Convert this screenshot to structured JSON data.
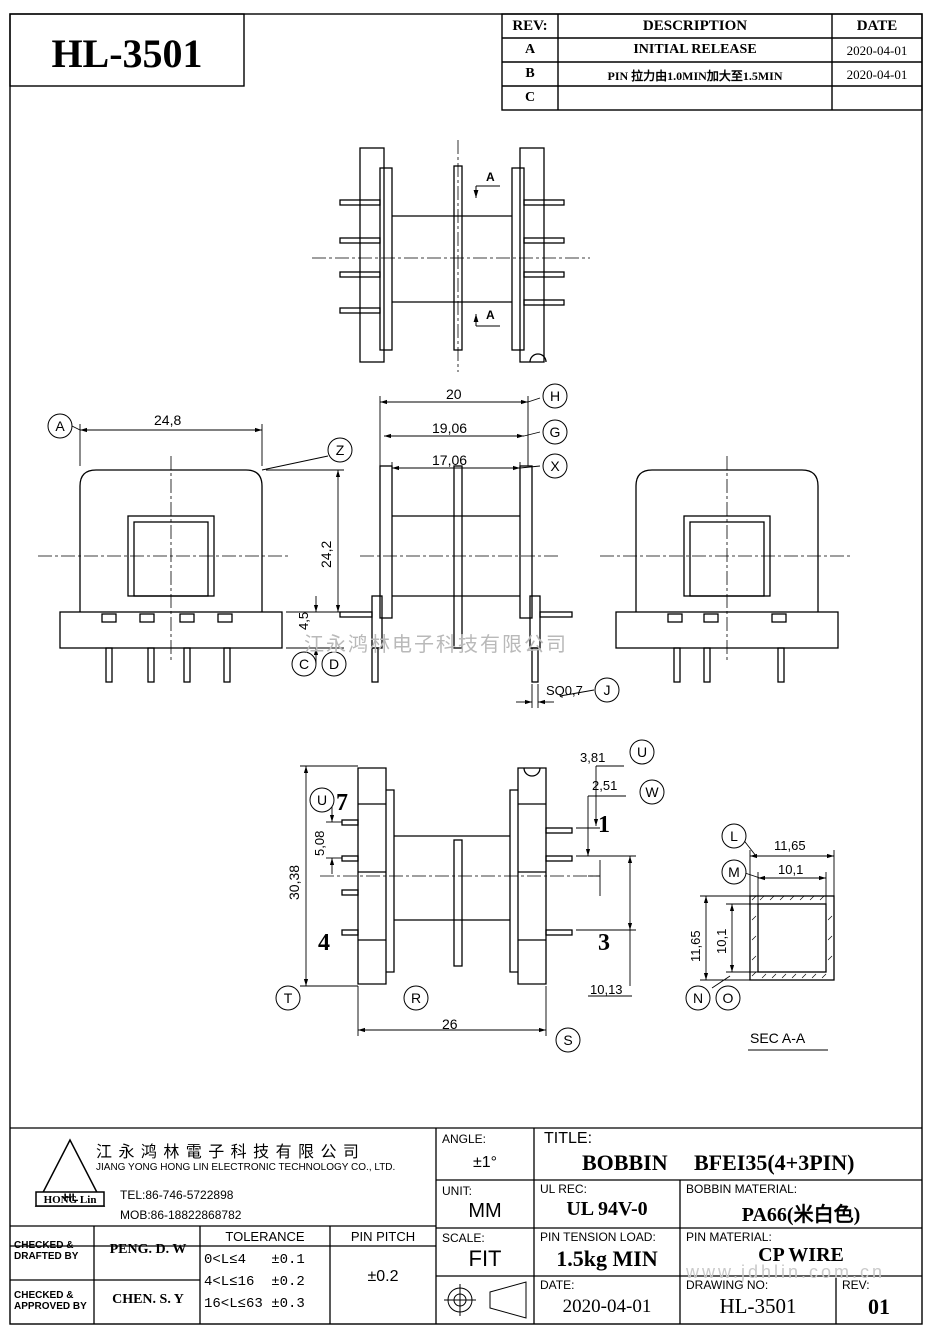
{
  "part_no": "HL-3501",
  "rev_table": {
    "headers": {
      "rev": "REV:",
      "description": "DESCRIPTION",
      "date": "DATE"
    },
    "rows": [
      {
        "rev": "A",
        "description": "INITIAL RELEASE",
        "date": "2020-04-01"
      },
      {
        "rev": "B",
        "description": "PIN 拉力由1.0MIN加大至1.5MIN",
        "date": "2020-04-01"
      },
      {
        "rev": "C",
        "description": "",
        "date": ""
      }
    ]
  },
  "dimensions": {
    "d24_8": "24,8",
    "d20": "20",
    "d19_06": "19,06",
    "d17_06": "17,06",
    "d24_2": "24,2",
    "d4_5": "4,5",
    "sq": "SQ0,7",
    "d3_81": "3,81",
    "d2_51": "2,51",
    "d5_08": "5,08",
    "d30_38": "30,38",
    "d10_13": "10,13",
    "d26": "26",
    "d11_65a": "11,65",
    "d10_1a": "10,1",
    "d11_65b": "11,65",
    "d10_1b": "10,1"
  },
  "callouts": {
    "A": "A",
    "Z": "Z",
    "H": "H",
    "G": "G",
    "X": "X",
    "C": "C",
    "D": "D",
    "J": "J",
    "U1": "U",
    "W": "W",
    "U2": "U",
    "T": "T",
    "R": "R",
    "S": "S",
    "L": "L",
    "M": "M",
    "N": "N",
    "O": "O"
  },
  "section_marks": {
    "a1": "A",
    "a2": "A"
  },
  "pin_numbers": {
    "p7": "7",
    "p4": "4",
    "p1": "1",
    "p3": "3"
  },
  "section_label": "SEC A-A",
  "watermark": "江永鸿林电子科技有限公司",
  "watermark2": "www.jdhlin.com.cn",
  "title_block": {
    "company_cn": "江 永 鸿 林 電 子 科 技 有 限 公 司",
    "company_en": "JIANG YONG HONG LIN ELECTRONIC TECHNOLOGY CO., LTD.",
    "tel": "TEL:86-746-5722898",
    "mob": "MOB:86-18822868782",
    "logo_letters": "HL",
    "logo_text": "HONG Lin",
    "checked_drafted_label": "CHECKED &\nDRAFTED BY",
    "checked_drafted_name": "PENG. D. W",
    "checked_approved_label": "CHECKED &\nAPPROVED BY",
    "checked_approved_name": "CHEN. S. Y",
    "tolerance_label": "TOLERANCE",
    "tolerance_rows": [
      "0<L≤4   ±0.1",
      "4<L≤16  ±0.2",
      "16<L≤63 ±0.3"
    ],
    "pin_pitch_label": "PIN PITCH",
    "pin_pitch_value": "±0.2",
    "angle_label": "ANGLE:",
    "angle_value": "±1°",
    "unit_label": "UNIT:",
    "unit_value": "MM",
    "scale_label": "SCALE:",
    "scale_value": "FIT",
    "title_label": "TITLE:",
    "title_value1": "BOBBIN",
    "title_value2": "BFEI35(4+3PIN)",
    "ul_label": "UL REC:",
    "ul_value": "UL 94V-0",
    "bobbin_mat_label": "BOBBIN MATERIAL:",
    "bobbin_mat_value": "PA66(米白色)",
    "pin_tension_label": "PIN TENSION LOAD:",
    "pin_tension_value": "1.5kg MIN",
    "pin_mat_label": "PIN MATERIAL:",
    "pin_mat_value": "CP WIRE",
    "date_label": "DATE:",
    "date_value": "2020-04-01",
    "drawing_no_label": "DRAWING NO:",
    "drawing_no_value": "HL-3501",
    "rev_label": "REV:",
    "rev_value": "01"
  }
}
